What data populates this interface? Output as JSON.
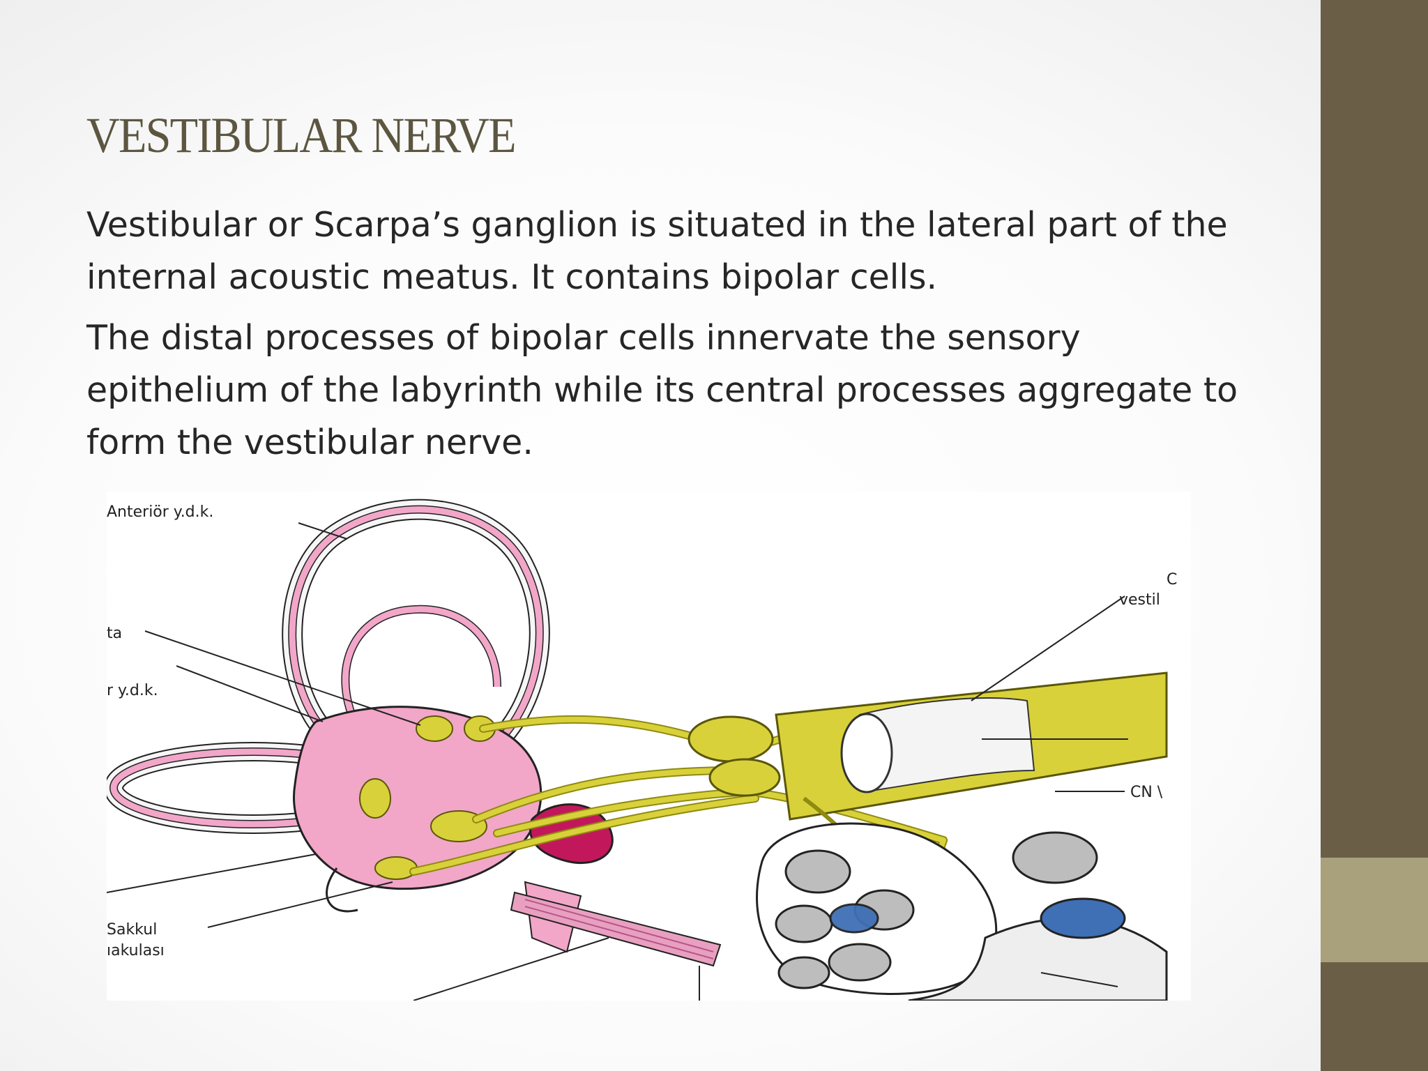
{
  "slide": {
    "title": "VESTIBULAR NERVE",
    "paragraphs": [
      "Vestibular or Scarpa’s ganglion is situated in the lateral part of the internal acoustic meatus. It contains bipolar cells.",
      "The distal processes of bipolar cells innervate the sensory epithelium of the labyrinth while its central processes aggregate to form the vestibular nerve."
    ]
  },
  "figure": {
    "labels": {
      "anterior": "Anteriör y.d.k.",
      "ta": "ta",
      "ryd": "r y.d.k.",
      "c": "C",
      "vestib": "vestil",
      "cn": "CN \\",
      "sakkul": "Sakkul",
      "makulasi": "ıakulası"
    },
    "colors": {
      "labyrinth": "#f2a6c8",
      "nerve": "#d9d13a",
      "nerve_dark": "#8f8a10",
      "macula": "#c2185b",
      "blue_spot": "#3f6fb5",
      "accent": "#6b5e47",
      "accent_light": "#a9a07c"
    }
  }
}
